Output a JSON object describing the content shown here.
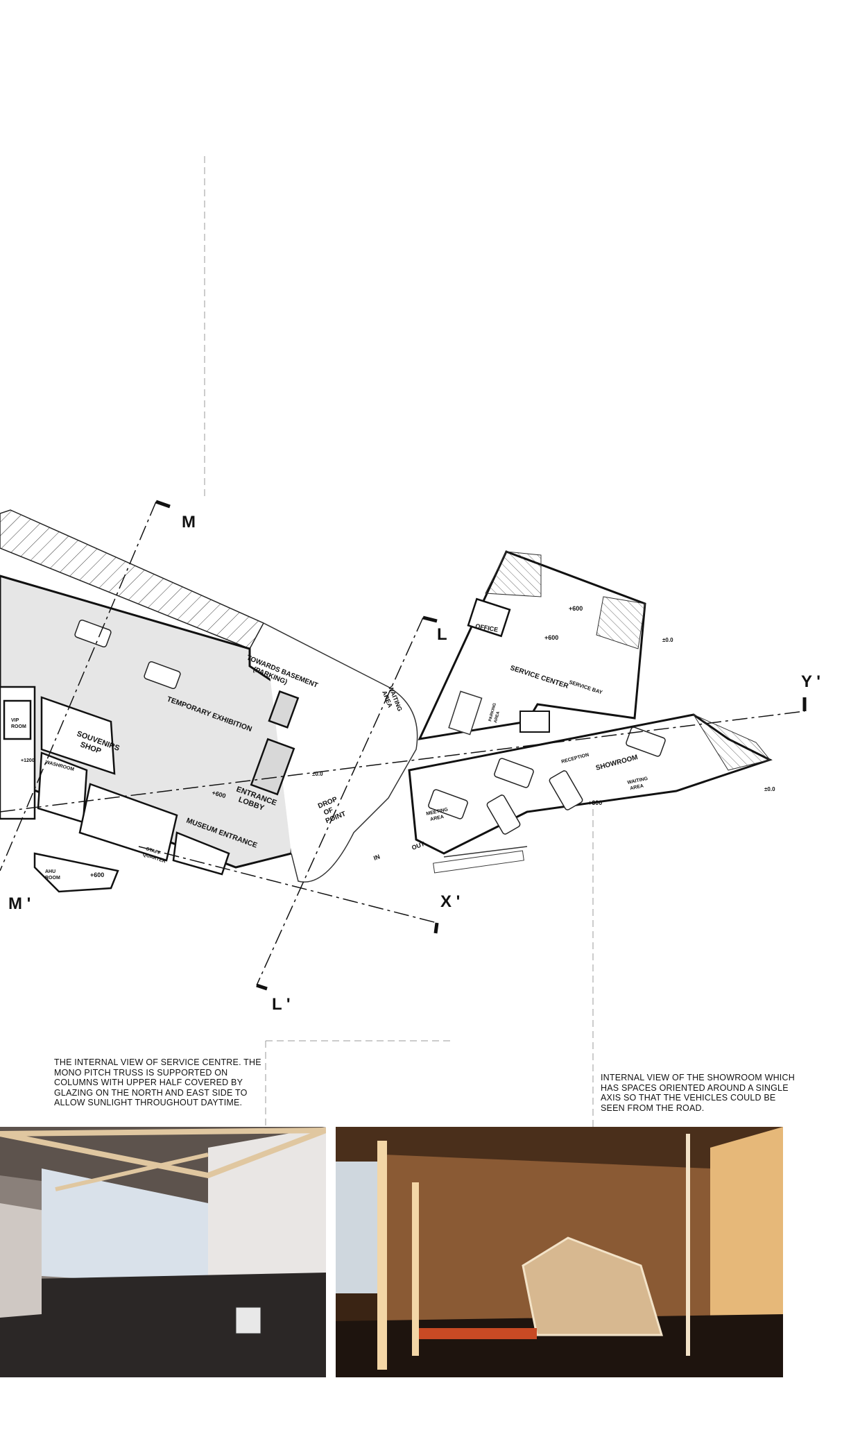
{
  "plan": {
    "rooms": {
      "towards_basement": [
        "TOWARDS BASEMENT",
        "(PARKING)"
      ],
      "temporary_exhibition": "TEMPORARY EXHIBITION",
      "souvenirs_shop": [
        "SOUVENIRS",
        "SHOP"
      ],
      "vip_room": [
        "VIP",
        "ROOM"
      ],
      "washroom": "WASHROOM",
      "entrance_lobby": [
        "ENTRANCE",
        "LOBBY"
      ],
      "museum_entrance": "MUSEUM ENTRANCE",
      "staff_quarter": [
        "STAFF",
        "QUARTER"
      ],
      "ahu_room": [
        "AHU",
        "ROOM"
      ],
      "drop_off_point": [
        "DROP",
        "OF",
        "POINT"
      ],
      "waiting_area_1": [
        "WAITING",
        "AREA"
      ],
      "in": "IN",
      "out": "OUT",
      "office": "OFFICE",
      "service_center": "SERVICE CENTER",
      "service_bay": "SERVICE BAY",
      "reception": "RECEPTION",
      "showroom": "SHOWROOM",
      "waiting_area_2": [
        "WAITING",
        "AREA"
      ],
      "meeting_area": [
        "MEETING",
        "AREA"
      ],
      "parking_area": [
        "PARKING",
        "AREA"
      ]
    },
    "levels": {
      "lobby": "+600",
      "ahu": "+600",
      "office_top": "+600",
      "service": "+600",
      "outside_top": "±0.0",
      "showroom": "+600",
      "right": "±0.0",
      "drop": "±0.0",
      "washroom": "+1200"
    },
    "section_markers": {
      "m": "M",
      "m_prime": "M '",
      "l": "L",
      "l_prime": "L '",
      "x_prime": "X '",
      "y_prime": "Y '"
    }
  },
  "captions": {
    "service_centre": "THE INTERNAL VIEW OF SERVICE CENTRE. THE MONO PITCH TRUSS IS SUPPORTED ON COLUMNS WITH UPPER HALF COVERED BY GLAZING ON THE NORTH AND EAST SIDE TO ALLOW SUNLIGHT THROUGHOUT DAYTIME.",
    "showroom": "INTERNAL VIEW OF THE SHOWROOM WHICH HAS SPACES ORIENTED AROUND A SINGLE AXIS SO THAT THE VEHICLES COULD BE SEEN FROM THE ROAD."
  }
}
